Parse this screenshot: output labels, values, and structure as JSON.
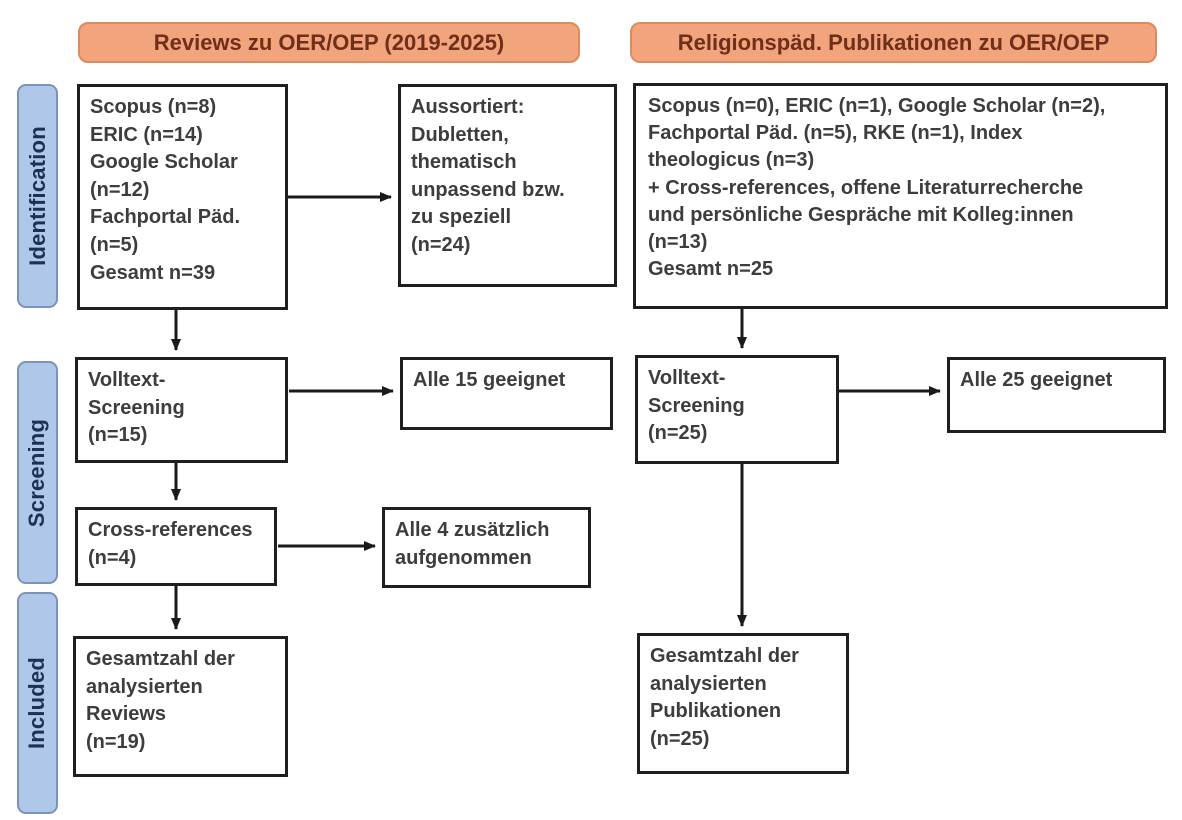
{
  "headers": {
    "left": "Reviews zu OER/OEP (2019-2025)",
    "right": "Religionspäd. Publikationen zu OER/OEP"
  },
  "stages": {
    "identification": "Identification",
    "screening": "Screening",
    "included": "Included"
  },
  "left_column": {
    "identification_sources": "Scopus (n=8)\nERIC (n=14)\nGoogle Scholar\n(n=12)\nFachportal Päd.\n(n=5)\nGesamt n=39",
    "excluded": "Aussortiert:\nDubletten,\nthematisch\nunpassend bzw.\nzu speziell\n(n=24)",
    "fulltext_screening": "Volltext-\nScreening\n(n=15)",
    "all_eligible": "Alle 15 geeignet",
    "cross_references": "Cross-references\n(n=4)",
    "additional_included": "Alle 4 zusätzlich\naufgenommen",
    "total": "Gesamtzahl der\nanalysierten\nReviews\n(n=19)"
  },
  "right_column": {
    "identification_sources": "Scopus (n=0), ERIC (n=1), Google Scholar (n=2),\nFachportal Päd. (n=5), RKE (n=1), Index\ntheologicus (n=3)\n+ Cross-references, offene Literaturrecherche\nund persönliche Gespräche mit Kolleg:innen\n(n=13)\nGesamt n=25",
    "fulltext_screening": "Volltext-\nScreening\n(n=25)",
    "all_eligible": "Alle 25 geeignet",
    "total": "Gesamtzahl der\nanalysierten\nPublikationen\n(n=25)"
  },
  "colors": {
    "header_fill": "#F2A47C",
    "header_border": "#DB8B5E",
    "header_text": "#6E2F1B",
    "stage_fill": "#AFC7E8",
    "stage_border": "#7C93B8",
    "stage_text": "#1F3150",
    "box_border": "#1F1F1F",
    "box_text": "#3D3D3D",
    "arrow": "#1A1A1A"
  }
}
